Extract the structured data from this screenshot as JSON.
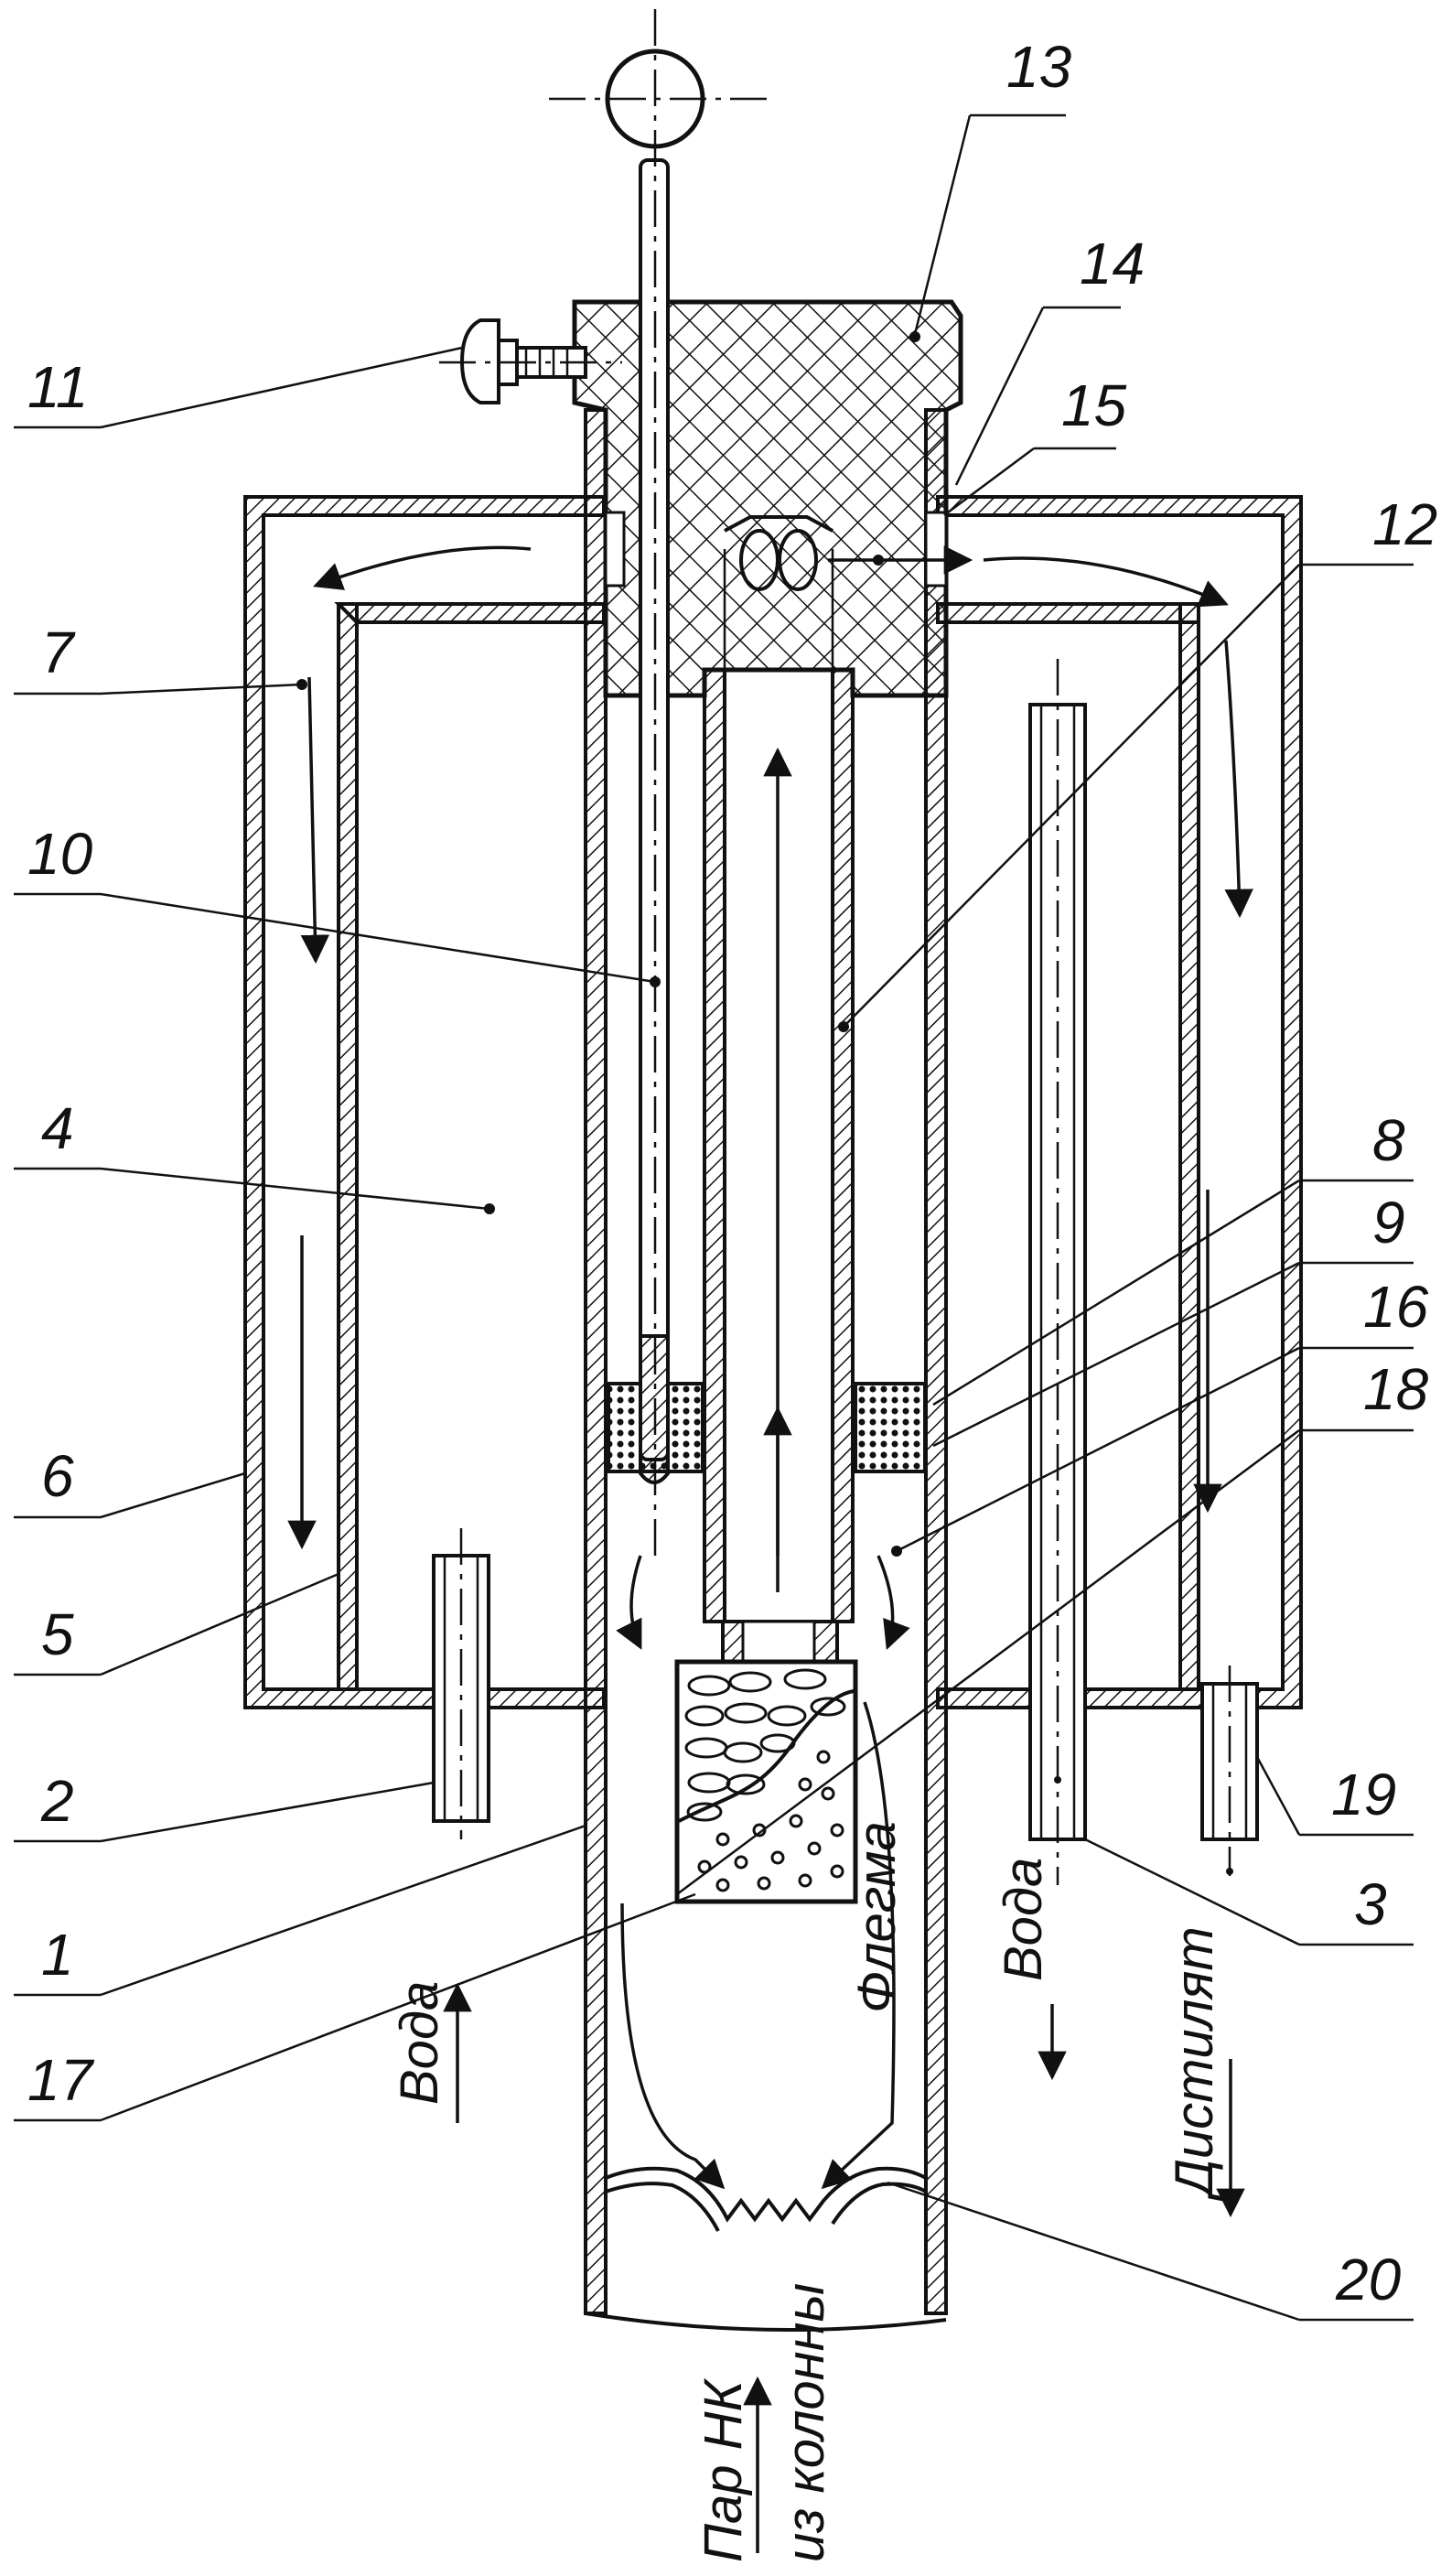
{
  "diagram": {
    "part_numbers": [
      "1",
      "2",
      "3",
      "4",
      "5",
      "6",
      "7",
      "8",
      "9",
      "10",
      "11",
      "12",
      "13",
      "14",
      "15",
      "16",
      "17",
      "18",
      "19",
      "20"
    ],
    "flow_labels": {
      "water_in": "Вода",
      "water_out": "Вода",
      "reflux": "Флегма",
      "distillate": "Дистилят",
      "vapor_line1": "Пар НК",
      "vapor_line2": "из колонны"
    }
  }
}
